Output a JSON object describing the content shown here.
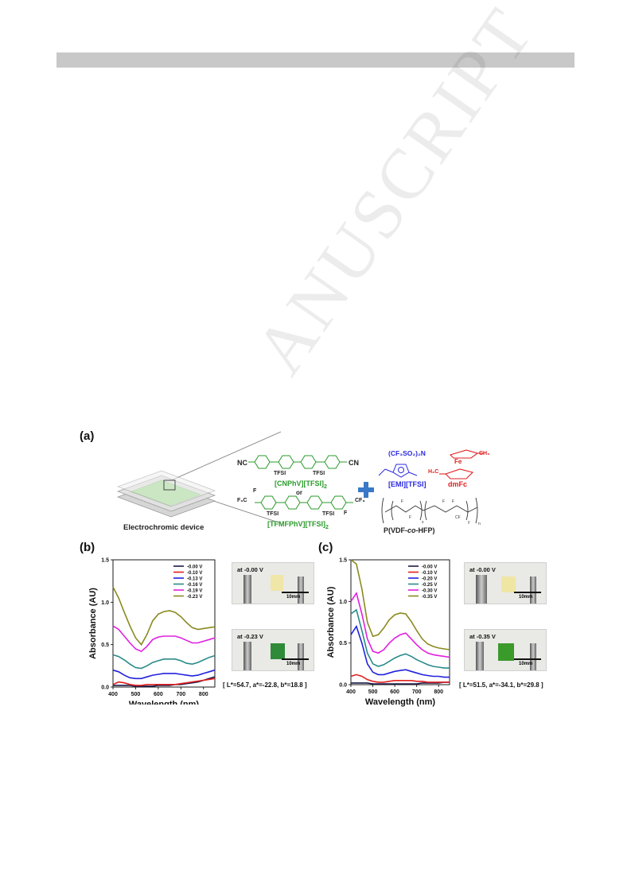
{
  "header": {
    "bar_color": "#c8c8c8"
  },
  "watermark": {
    "text": "ANUSCRIPT"
  },
  "panel_a": {
    "label": "(a)",
    "device_label": "Electrochromic device",
    "cnphv_label": "[CNPhV][TFSI]",
    "cnphv_sub": "2",
    "or": "or",
    "tfmfphv_label": "[TFMFPhV][TFSI]",
    "tfmfphv_sub": "2",
    "tfsi": "TFSI",
    "cn": "CN",
    "nc": "NC",
    "f3c": "F₃C",
    "cf3": "CF₃",
    "f": "F",
    "emi_label": "[EMI][TFSI]",
    "emi_anion": "(CF₃SO₂)₂N",
    "dmfc_label": "dmFc",
    "fe": "Fe",
    "ch3": "CH₃",
    "h3c": "H₃C",
    "polymer_label_a": "P(VDF-",
    "polymer_label_b": "co",
    "polymer_label_c": "-HFP)"
  },
  "panel_b": {
    "label": "(b)",
    "photo_top_label": "at -0.00 V",
    "photo_bottom_label": "at -0.23 V",
    "scale": "10mm",
    "lab_values": "[ L*=54.7, a*=-22.8, b*=18.8 ]"
  },
  "panel_c": {
    "label": "(c)",
    "photo_top_label": "at -0.00 V",
    "photo_bottom_label": "at -0.35 V",
    "scale": "10mm",
    "lab_values": "[ L*=51.5, a*=-34.1, b*=29.8 ]"
  },
  "chart_data": [
    {
      "type": "line",
      "title": "",
      "xlabel": "Wavelength (nm)",
      "ylabel": "Absorbance (AU)",
      "xlim": [
        400,
        850
      ],
      "ylim": [
        0,
        1.5
      ],
      "xticks": [
        "400",
        "500",
        "600",
        "700",
        "800"
      ],
      "yticks": [
        "0.0",
        "0.5",
        "1.0",
        "1.5"
      ],
      "legend_position": "top-right",
      "x": [
        400,
        425,
        450,
        475,
        500,
        525,
        550,
        575,
        600,
        625,
        650,
        675,
        700,
        725,
        750,
        775,
        800,
        825,
        850
      ],
      "series": [
        {
          "name": "-0.00 V",
          "color": "#1a1a4a",
          "values": [
            0.02,
            0.02,
            0.02,
            0.02,
            0.01,
            0.01,
            0.01,
            0.01,
            0.02,
            0.02,
            0.02,
            0.03,
            0.03,
            0.04,
            0.05,
            0.06,
            0.08,
            0.1,
            0.12
          ]
        },
        {
          "name": "-0.10 V",
          "color": "#e02020",
          "values": [
            0.03,
            0.06,
            0.05,
            0.03,
            0.02,
            0.02,
            0.03,
            0.03,
            0.03,
            0.03,
            0.03,
            0.03,
            0.04,
            0.05,
            0.06,
            0.07,
            0.08,
            0.09,
            0.1
          ]
        },
        {
          "name": "-0.13 V",
          "color": "#2222dd",
          "values": [
            0.2,
            0.18,
            0.14,
            0.11,
            0.1,
            0.1,
            0.12,
            0.14,
            0.15,
            0.16,
            0.16,
            0.16,
            0.15,
            0.14,
            0.13,
            0.14,
            0.16,
            0.18,
            0.2
          ]
        },
        {
          "name": "-0.16 V",
          "color": "#2a8a8a",
          "values": [
            0.38,
            0.36,
            0.32,
            0.27,
            0.23,
            0.22,
            0.25,
            0.29,
            0.31,
            0.33,
            0.33,
            0.33,
            0.31,
            0.28,
            0.27,
            0.29,
            0.32,
            0.35,
            0.37
          ]
        },
        {
          "name": "-0.19 V",
          "color": "#e020e0",
          "values": [
            0.72,
            0.68,
            0.6,
            0.52,
            0.45,
            0.42,
            0.48,
            0.56,
            0.59,
            0.6,
            0.6,
            0.6,
            0.58,
            0.55,
            0.52,
            0.52,
            0.54,
            0.56,
            0.58
          ]
        },
        {
          "name": "-0.23 V",
          "color": "#8a8a20",
          "values": [
            1.18,
            1.05,
            0.88,
            0.72,
            0.58,
            0.5,
            0.62,
            0.78,
            0.86,
            0.89,
            0.9,
            0.88,
            0.83,
            0.76,
            0.7,
            0.68,
            0.69,
            0.7,
            0.71
          ]
        }
      ]
    },
    {
      "type": "line",
      "title": "",
      "xlabel": "Wavelength (nm)",
      "ylabel": "Absorbance (AU)",
      "xlim": [
        400,
        850
      ],
      "ylim": [
        0,
        1.5
      ],
      "xticks": [
        "400",
        "500",
        "600",
        "700",
        "800"
      ],
      "yticks": [
        "0.0",
        "0.5",
        "1.0",
        "1.5"
      ],
      "legend_position": "top-right",
      "x": [
        400,
        425,
        450,
        475,
        500,
        525,
        550,
        575,
        600,
        625,
        650,
        675,
        700,
        725,
        750,
        775,
        800,
        825,
        850
      ],
      "series": [
        {
          "name": "-0.00 V",
          "color": "#1a1a4a",
          "values": [
            0.02,
            0.02,
            0.02,
            0.02,
            0.01,
            0.01,
            0.01,
            0.01,
            0.01,
            0.01,
            0.01,
            0.01,
            0.01,
            0.02,
            0.02,
            0.02,
            0.02,
            0.03,
            0.03
          ]
        },
        {
          "name": "-0.10 V",
          "color": "#e02020",
          "values": [
            0.1,
            0.12,
            0.1,
            0.06,
            0.04,
            0.03,
            0.03,
            0.04,
            0.05,
            0.05,
            0.05,
            0.05,
            0.04,
            0.04,
            0.03,
            0.03,
            0.03,
            0.03,
            0.03
          ]
        },
        {
          "name": "-0.20 V",
          "color": "#2222dd",
          "values": [
            0.6,
            0.7,
            0.5,
            0.25,
            0.15,
            0.12,
            0.12,
            0.14,
            0.16,
            0.17,
            0.18,
            0.16,
            0.14,
            0.12,
            0.11,
            0.1,
            0.1,
            0.09,
            0.09
          ]
        },
        {
          "name": "-0.25 V",
          "color": "#2a8a8a",
          "values": [
            0.85,
            0.9,
            0.65,
            0.38,
            0.25,
            0.22,
            0.24,
            0.28,
            0.32,
            0.35,
            0.37,
            0.34,
            0.3,
            0.27,
            0.24,
            0.22,
            0.21,
            0.2,
            0.2
          ]
        },
        {
          "name": "-0.30 V",
          "color": "#e020e0",
          "values": [
            1.0,
            1.1,
            0.85,
            0.55,
            0.4,
            0.38,
            0.42,
            0.5,
            0.56,
            0.6,
            0.62,
            0.55,
            0.48,
            0.42,
            0.38,
            0.36,
            0.35,
            0.34,
            0.33
          ]
        },
        {
          "name": "-0.35 V",
          "color": "#8a8a20",
          "values": [
            1.5,
            1.45,
            1.15,
            0.75,
            0.58,
            0.6,
            0.68,
            0.78,
            0.84,
            0.86,
            0.85,
            0.76,
            0.65,
            0.55,
            0.49,
            0.46,
            0.44,
            0.43,
            0.42
          ]
        }
      ]
    }
  ]
}
